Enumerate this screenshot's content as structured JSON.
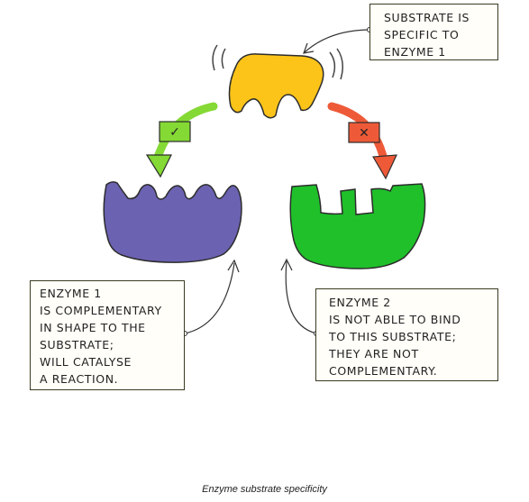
{
  "notes": {
    "substrate": [
      "SUBSTRATE IS",
      "SPECIFIC TO",
      "ENZYME 1"
    ],
    "enzyme1": [
      "ENZYME 1",
      "IS COMPLEMENTARY",
      "IN SHAPE TO THE",
      "SUBSTRATE;",
      "WILL CATALYSE",
      "A REACTION."
    ],
    "enzyme2": [
      "ENZYME 2",
      "IS NOT ABLE TO BIND",
      "TO THIS SUBSTRATE;",
      "THEY ARE NOT",
      "COMPLEMENTARY."
    ]
  },
  "marks": {
    "correct": "✓",
    "incorrect": "✕"
  },
  "caption": "Enzyme substrate specificity",
  "colors": {
    "substrate": "#fcc419",
    "enzyme1": "#6b62b2",
    "enzyme2": "#1fc02a",
    "correct_arrow": "#84d934",
    "wrong_arrow": "#ee5a38",
    "outline": "#2c2c2c"
  }
}
